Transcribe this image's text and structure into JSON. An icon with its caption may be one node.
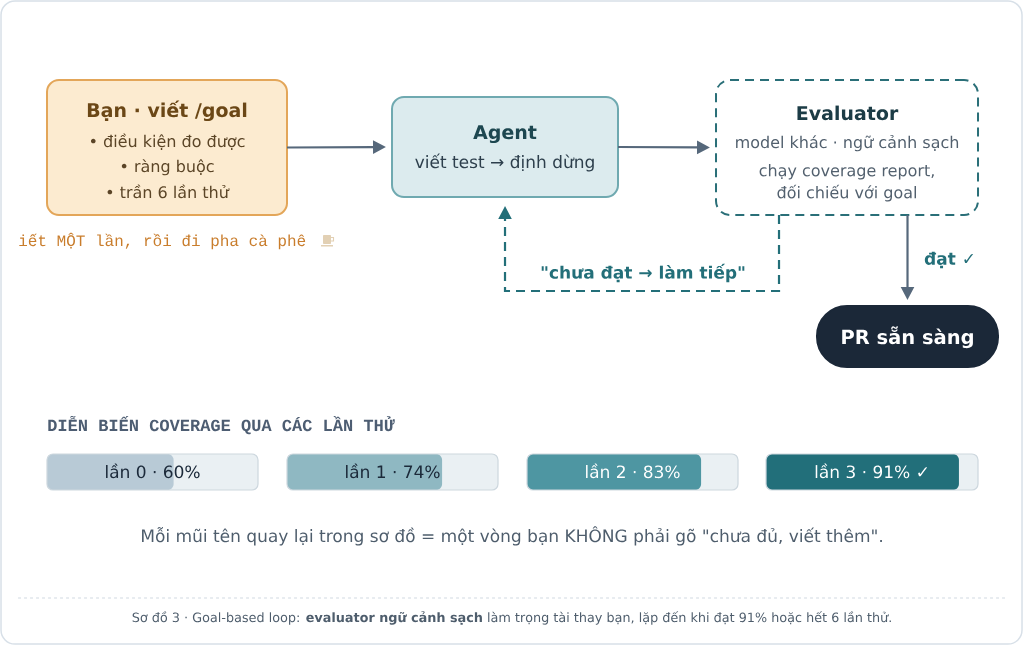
{
  "diagram": {
    "caption": "Sơ đồ 3 · Goal-based loop: **evaluator ngữ cảnh sạch** làm trọng tài thay bạn, lặp đến khi đạt 91% hoặc hết 6 lần thử.",
    "nodes": [
      {
        "text": [
          "Bạn · viết /goal",
          "• điều kiện đo được",
          "• ràng buộc",
          "• trần 6 lần thử"
        ],
        "beside": [
          "iết MỘT lần, rồi đi pha cà phê"
        ]
      },
      {
        "text": [
          "Agent",
          "viết test → định dừng"
        ]
      },
      {
        "text": [
          "Evaluator",
          "model khác · ngữ cảnh sạch",
          "chạy coverage report, đối chiếu với goal"
        ]
      },
      {
        "text": [
          "PR sẵn sàng"
        ]
      },
      {
        "text": [
          "lần 0 · 60%"
        ]
      },
      {
        "text": [
          "lần 1 · 74%"
        ]
      },
      {
        "text": [
          "lần 2 · 83%"
        ]
      },
      {
        "text": [
          "lần 3 · 91% ✓"
        ]
      }
    ],
    "edges": [
      {
        "from": 0,
        "to": 1,
        "arrow": "to"
      },
      {
        "from": 1,
        "to": 2,
        "arrow": "to"
      },
      {
        "from": 2,
        "to": 1,
        "arrow": "to",
        "label": "\"chưa đạt → làm tiếp\"",
        "style": "dashed",
        "color": "#236f79"
      },
      {
        "from": 2,
        "to": 3,
        "arrow": "to",
        "label": "đạt ✓"
      }
    ],
    "labels": [
      "DIỄN BIẾN COVERAGE QUA CÁC LẦN THỬ",
      "Mỗi mũi tên quay lại trong sơ đồ = một vòng bạn KHÔNG phải gõ \"chưa đủ, viết thêm\"."
    ]
  }
}
